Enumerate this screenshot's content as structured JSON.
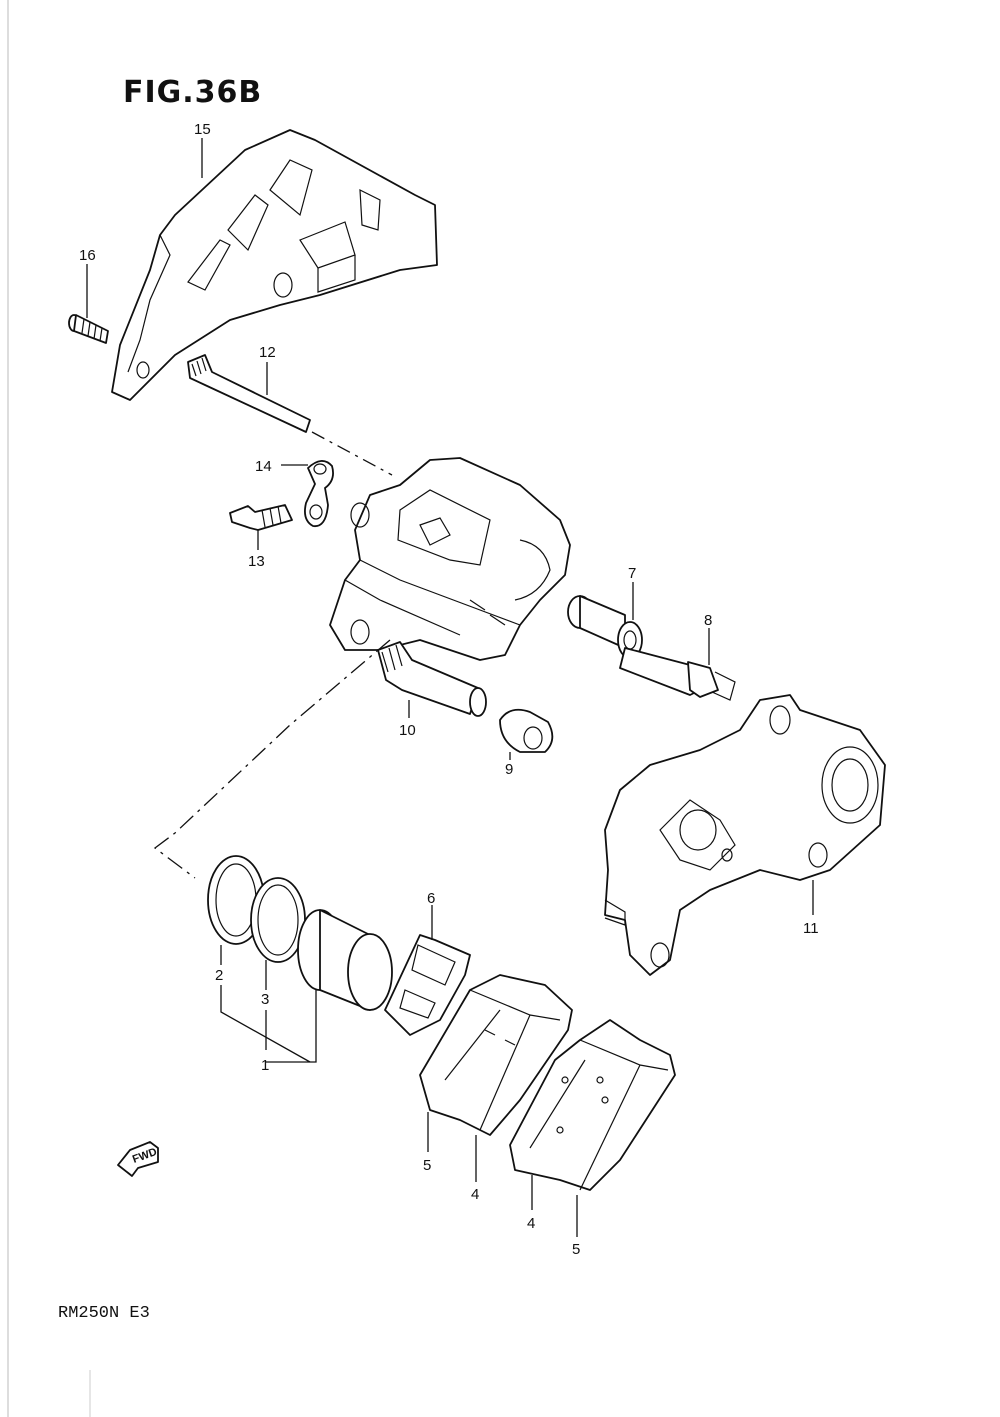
{
  "figure": {
    "title": "FIG.36B",
    "model": "RM250N  E3",
    "fwd_label": "FWD"
  },
  "callouts": [
    {
      "id": "p1",
      "label": "1"
    },
    {
      "id": "p2",
      "label": "2"
    },
    {
      "id": "p3",
      "label": "3"
    },
    {
      "id": "p4a",
      "label": "4"
    },
    {
      "id": "p4b",
      "label": "4"
    },
    {
      "id": "p5a",
      "label": "5"
    },
    {
      "id": "p5b",
      "label": "5"
    },
    {
      "id": "p6",
      "label": "6"
    },
    {
      "id": "p7",
      "label": "7"
    },
    {
      "id": "p8",
      "label": "8"
    },
    {
      "id": "p9",
      "label": "9"
    },
    {
      "id": "p10",
      "label": "10"
    },
    {
      "id": "p11",
      "label": "11"
    },
    {
      "id": "p12",
      "label": "12"
    },
    {
      "id": "p13",
      "label": "13"
    },
    {
      "id": "p14",
      "label": "14"
    },
    {
      "id": "p15",
      "label": "15"
    },
    {
      "id": "p16",
      "label": "16"
    }
  ]
}
